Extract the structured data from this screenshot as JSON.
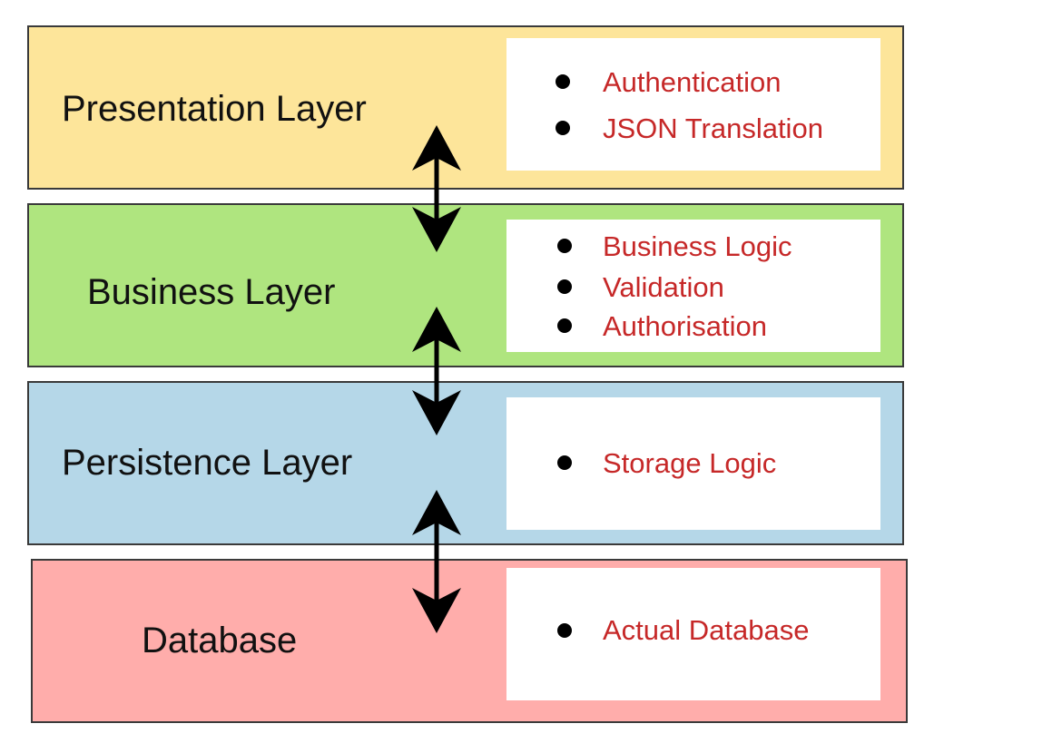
{
  "colors": {
    "presentation": "#fde59a",
    "business": "#afe57f",
    "persistence": "#b5d7e8",
    "database": "#ffadab",
    "item_text": "#c62828",
    "arrow": "#000000"
  },
  "layers": [
    {
      "id": "presentation",
      "title": "Presentation Layer",
      "items": [
        "Authentication",
        "JSON Translation"
      ]
    },
    {
      "id": "business",
      "title": "Business Layer",
      "items": [
        "Business Logic",
        "Validation",
        "Authorisation"
      ]
    },
    {
      "id": "persistence",
      "title": "Persistence Layer",
      "items": [
        "Storage Logic"
      ]
    },
    {
      "id": "database",
      "title": "Database",
      "items": [
        "Actual Database"
      ]
    }
  ],
  "connectors": [
    {
      "from": "presentation",
      "to": "business",
      "icon": "double-headed-arrow-icon"
    },
    {
      "from": "business",
      "to": "persistence",
      "icon": "double-headed-arrow-icon"
    },
    {
      "from": "persistence",
      "to": "database",
      "icon": "double-headed-arrow-icon"
    }
  ]
}
